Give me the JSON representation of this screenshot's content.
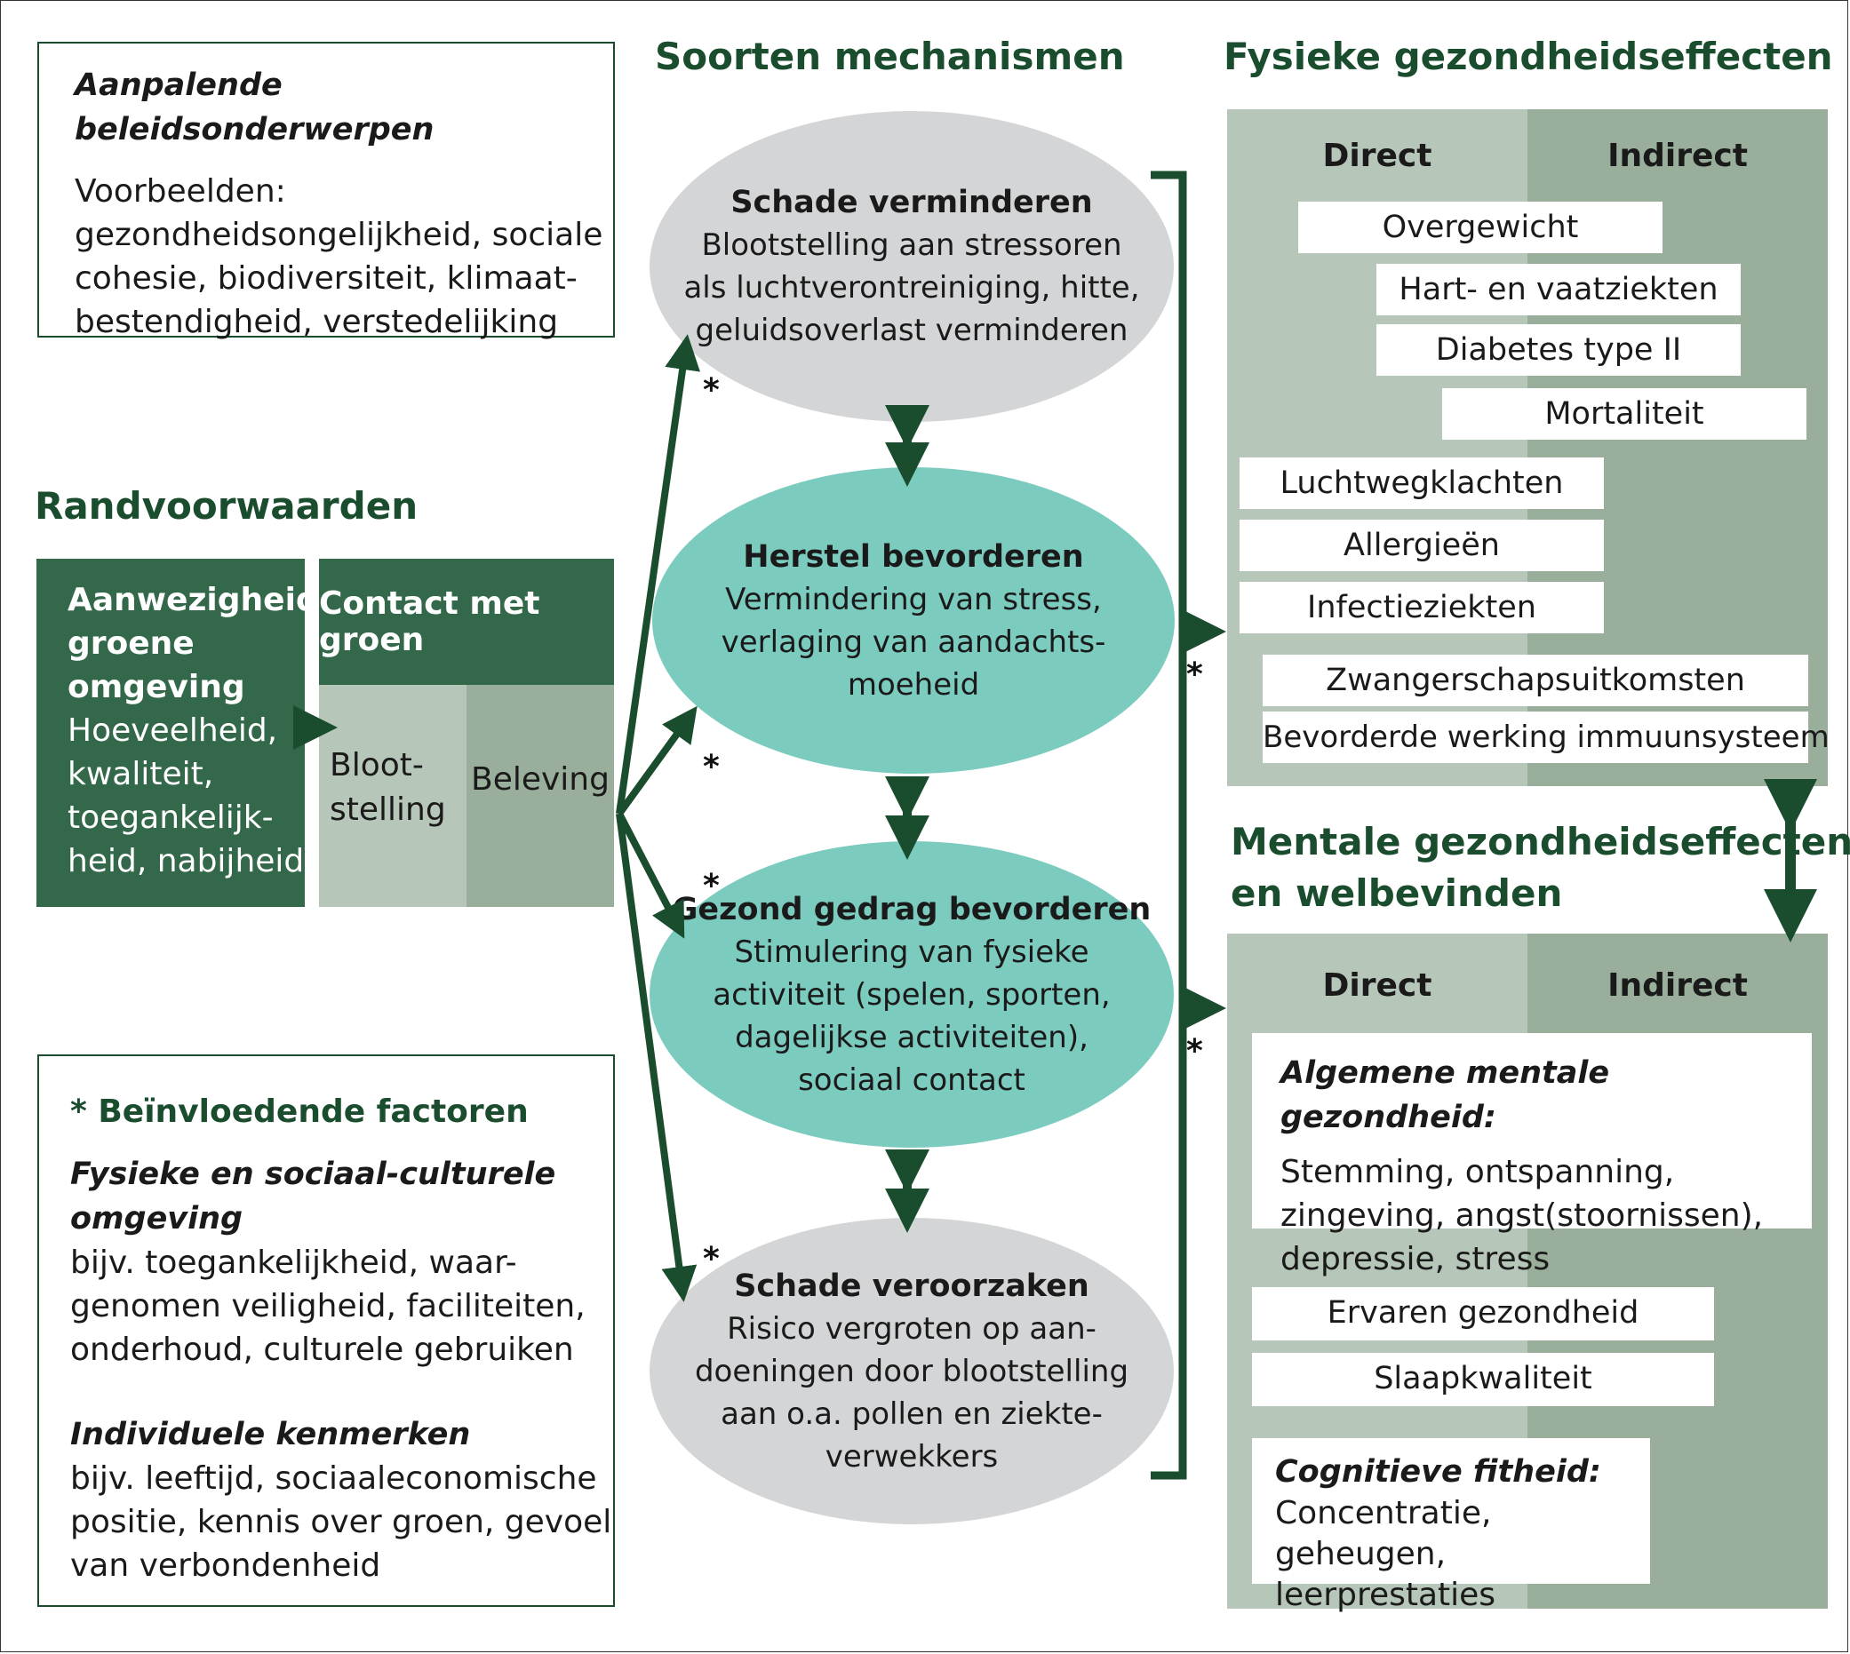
{
  "colors": {
    "dark_green": "#1a4d2e",
    "medium_green": "#33694a",
    "teal": "#7ccbbf",
    "grey_ellipse": "#d4d5d7",
    "light_sage": "#b6c6b8",
    "mid_sage": "#99af9c"
  },
  "policy": {
    "title": "Aanpalende beleidsonderwerpen",
    "lines": [
      "Voorbeelden:",
      "gezondheidsongelijkheid, sociale",
      "cohesie, biodiversiteit, klimaat-",
      "bestendigheid, verstedelijking"
    ]
  },
  "preconditions": {
    "title": "Randvoorwaarden",
    "presence": {
      "title_lines": [
        "Aanwezigheid",
        "groene",
        "omgeving"
      ],
      "detail_lines": [
        "Hoeveelheid,",
        "kwaliteit,",
        "toegankelijk-",
        "heid, nabijheid"
      ]
    },
    "contact": {
      "title": "Contact met groen",
      "exposure_lines": [
        "Bloot-",
        "stelling"
      ],
      "experience": "Beleving"
    }
  },
  "factors": {
    "title": "* Beïnvloedende factoren",
    "physical_title": "Fysieke en sociaal-culturele omgeving",
    "physical_lines": [
      "bijv. toegankelijkheid, waar-",
      "genomen veiligheid, faciliteiten,",
      "onderhoud, culturele gebruiken"
    ],
    "individual_title": "Individuele kenmerken",
    "individual_lines": [
      "bijv. leeftijd, sociaaleconomische",
      "positie, kennis over groen, gevoel",
      "van verbondenheid"
    ]
  },
  "mechanisms": {
    "title": "Soorten mechanismen",
    "items": [
      {
        "title": "Schade verminderen",
        "lines": [
          "Blootstelling aan stressoren",
          "als luchtverontreiniging, hitte,",
          "geluidsoverlast verminderen"
        ]
      },
      {
        "title": "Herstel bevorderen",
        "lines": [
          "Vermindering van stress,",
          "verlaging van aandachts-",
          "moeheid"
        ]
      },
      {
        "title": "Gezond gedrag bevorderen",
        "lines": [
          "Stimulering van fysieke",
          "activiteit (spelen, sporten,",
          "dagelijkse activiteiten),",
          "sociaal contact"
        ]
      },
      {
        "title": "Schade veroorzaken",
        "lines": [
          "Risico vergroten op aan-",
          "doeningen door blootstelling",
          "aan o.a. pollen en ziekte-",
          "verwekkers"
        ]
      }
    ]
  },
  "star_symbol": "*",
  "physical": {
    "title": "Fysieke gezondheidseffecten",
    "col_direct": "Direct",
    "col_indirect": "Indirect",
    "items": [
      "Overgewicht",
      "Hart- en vaatziekten",
      "Diabetes type II",
      "Mortaliteit",
      "Luchtwegklachten",
      "Allergieën",
      "Infectieziekten",
      "Zwangerschapsuitkomsten",
      "Bevorderde werking immuunsysteem"
    ]
  },
  "mental": {
    "title_lines": [
      "Mentale gezondheidseffecten",
      "en welbevinden"
    ],
    "col_direct": "Direct",
    "col_indirect": "Indirect",
    "general_title": "Algemene mentale gezondheid:",
    "general_lines": [
      "Stemming, ontspanning,",
      "zingeving, angst(stoornissen),",
      "depressie, stress"
    ],
    "items": [
      "Ervaren gezondheid",
      "Slaapkwaliteit"
    ],
    "cognitive_title": "Cognitieve fitheid:",
    "cognitive_lines": [
      "Concentratie, geheugen,",
      "leerprestaties"
    ]
  }
}
